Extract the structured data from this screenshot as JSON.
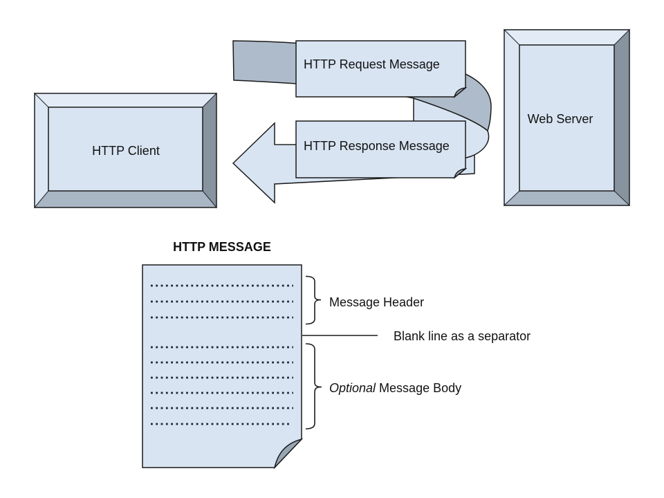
{
  "flow": {
    "client_label": "HTTP Client",
    "server_label": "Web Server",
    "request_label": "HTTP Request Message",
    "response_label": "HTTP Response Message"
  },
  "message": {
    "title": "HTTP MESSAGE",
    "header_dotted_line_count": 3,
    "body_dotted_line_count": 6,
    "annotations": {
      "header": "Message Header",
      "separator": "Blank line as a separator",
      "body_optional": "Optional",
      "body_rest": "Message Body"
    }
  },
  "colors": {
    "panel_fill": "#d8e4f2",
    "bevel_light_face": "#e3ebf6",
    "bevel_left_face": "#dce7f3",
    "bevel_right_face": "#87949f",
    "bevel_bottom_face": "#a9b6c4",
    "ribbon_gray": "#aebbca",
    "fold_gray": "#9daab8",
    "outline": "#1a1a1a",
    "background": "#ffffff"
  }
}
